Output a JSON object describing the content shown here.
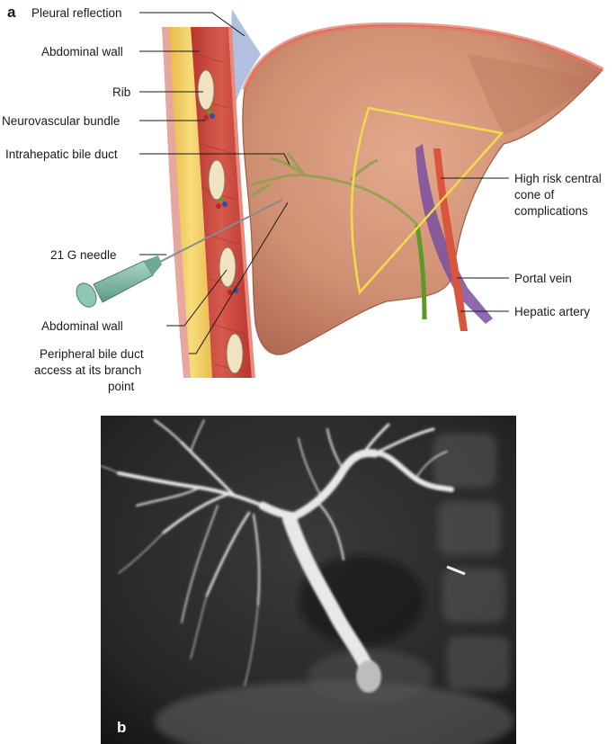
{
  "panel_a": {
    "letter": "a",
    "labels": {
      "pleural_reflection": "Pleural reflection",
      "abdominal_wall_top": "Abdominal wall",
      "rib": "Rib",
      "neurovascular_bundle": "Neurovascular bundle",
      "intrahepatic_bile_duct": "Intrahepatic bile duct",
      "needle": "21 G needle",
      "abdominal_wall_bottom": "Abdominal wall",
      "peripheral_access_1": "Peripheral bile duct",
      "peripheral_access_2": "access at its branch",
      "peripheral_access_3": "point",
      "high_risk_1": "High risk central",
      "high_risk_2": "cone of",
      "high_risk_3": "complications",
      "portal_vein": "Portal vein",
      "hepatic_artery": "Hepatic artery"
    },
    "colors": {
      "liver": "#c98a6e",
      "muscle": "#c7423a",
      "fat": "#f2cf5c",
      "pleura": "#a9b9dc",
      "cone_outline": "#f0dc4a",
      "bile_duct": "#5a9a2a",
      "portal_vein": "#7a4fa0",
      "hepatic_artery": "#d9553e",
      "needle_hub": "#7fb9a4"
    }
  },
  "panel_b": {
    "letter": "b"
  }
}
